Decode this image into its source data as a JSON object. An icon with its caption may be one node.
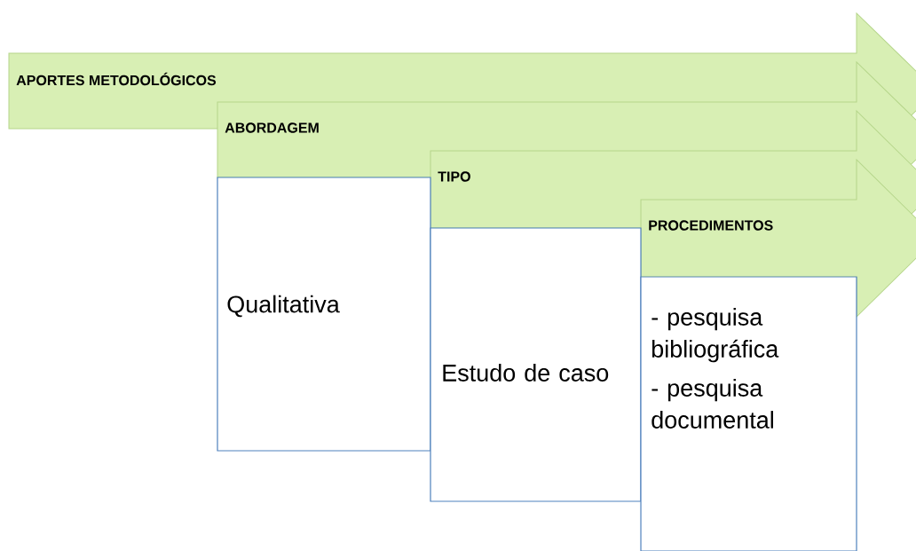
{
  "diagram": {
    "nodes": [
      {
        "text": [
          "APORTES METODOLÓGICOS"
        ]
      },
      {
        "text": [
          "ABORDAGEM"
        ]
      },
      {
        "text": [
          "TIPO"
        ]
      },
      {
        "text": [
          "PROCEDIMENTOS"
        ]
      },
      {
        "text": [
          "Qualitativa"
        ]
      },
      {
        "text": [
          "Estudo de caso"
        ]
      },
      {
        "text": [
          "- pesquisa bibliográfica",
          "- pesquisa documental"
        ]
      }
    ]
  }
}
